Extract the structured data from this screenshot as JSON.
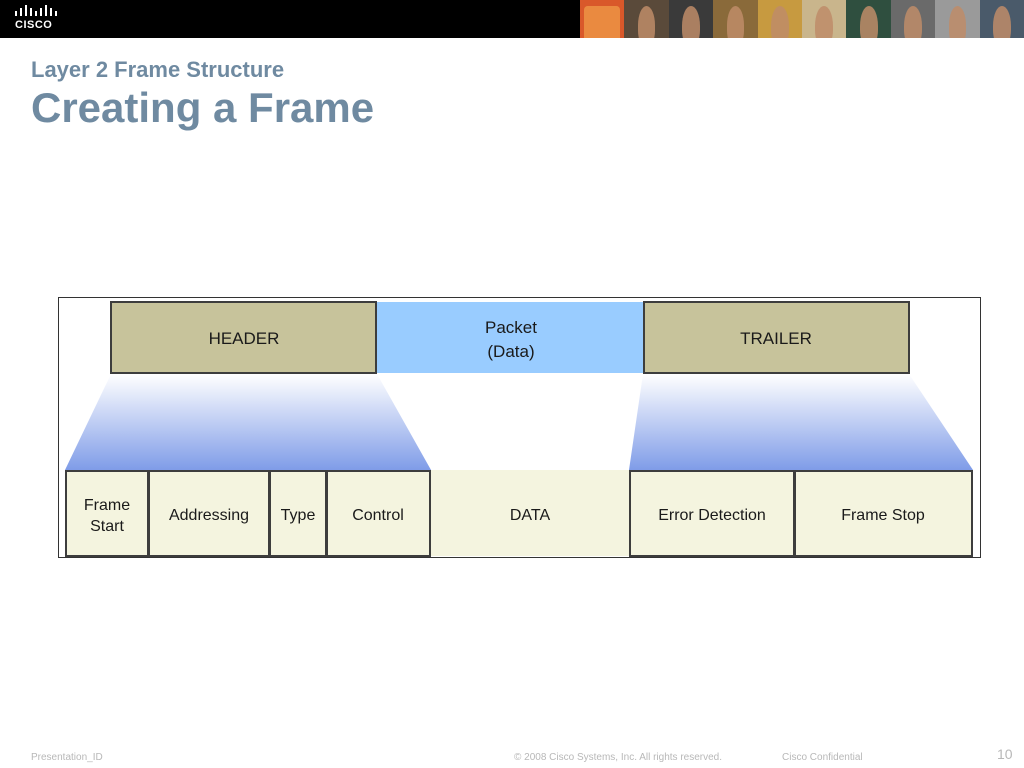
{
  "banner": {
    "logo_text": "CISCO",
    "photo_colors": [
      "#d9582a",
      "#5a4a3a",
      "#3a3a3a",
      "#8a6a3a",
      "#c79a40",
      "#c9b58c",
      "#2f4f3f",
      "#6a6a6a",
      "#9a9a9a",
      "#4a5a6a"
    ]
  },
  "slide": {
    "subtitle": "Layer 2 Frame Structure",
    "title": "Creating a Frame"
  },
  "diagram": {
    "top_row": {
      "header": "HEADER",
      "packet_line1": "Packet",
      "packet_line2": "(Data)",
      "trailer": "TRAILER"
    },
    "bottom_row": {
      "frame_start_line1": "Frame",
      "frame_start_line2": "Start",
      "addressing": "Addressing",
      "type": "Type",
      "control": "Control",
      "data": "DATA",
      "error_detection": "Error Detection",
      "frame_stop": "Frame Stop"
    },
    "colors": {
      "header_trailer_fill": "#c7c39b",
      "packet_fill": "#99ccff",
      "field_fill": "#f4f4df",
      "gradient_top": "#ffffff",
      "gradient_bottom": "#7f9ce8",
      "border": "#3d3d3d"
    }
  },
  "footer": {
    "presentation_id": "Presentation_ID",
    "copyright": "© 2008 Cisco Systems, Inc. All rights reserved.",
    "confidential": "Cisco Confidential",
    "page_number": "10"
  }
}
